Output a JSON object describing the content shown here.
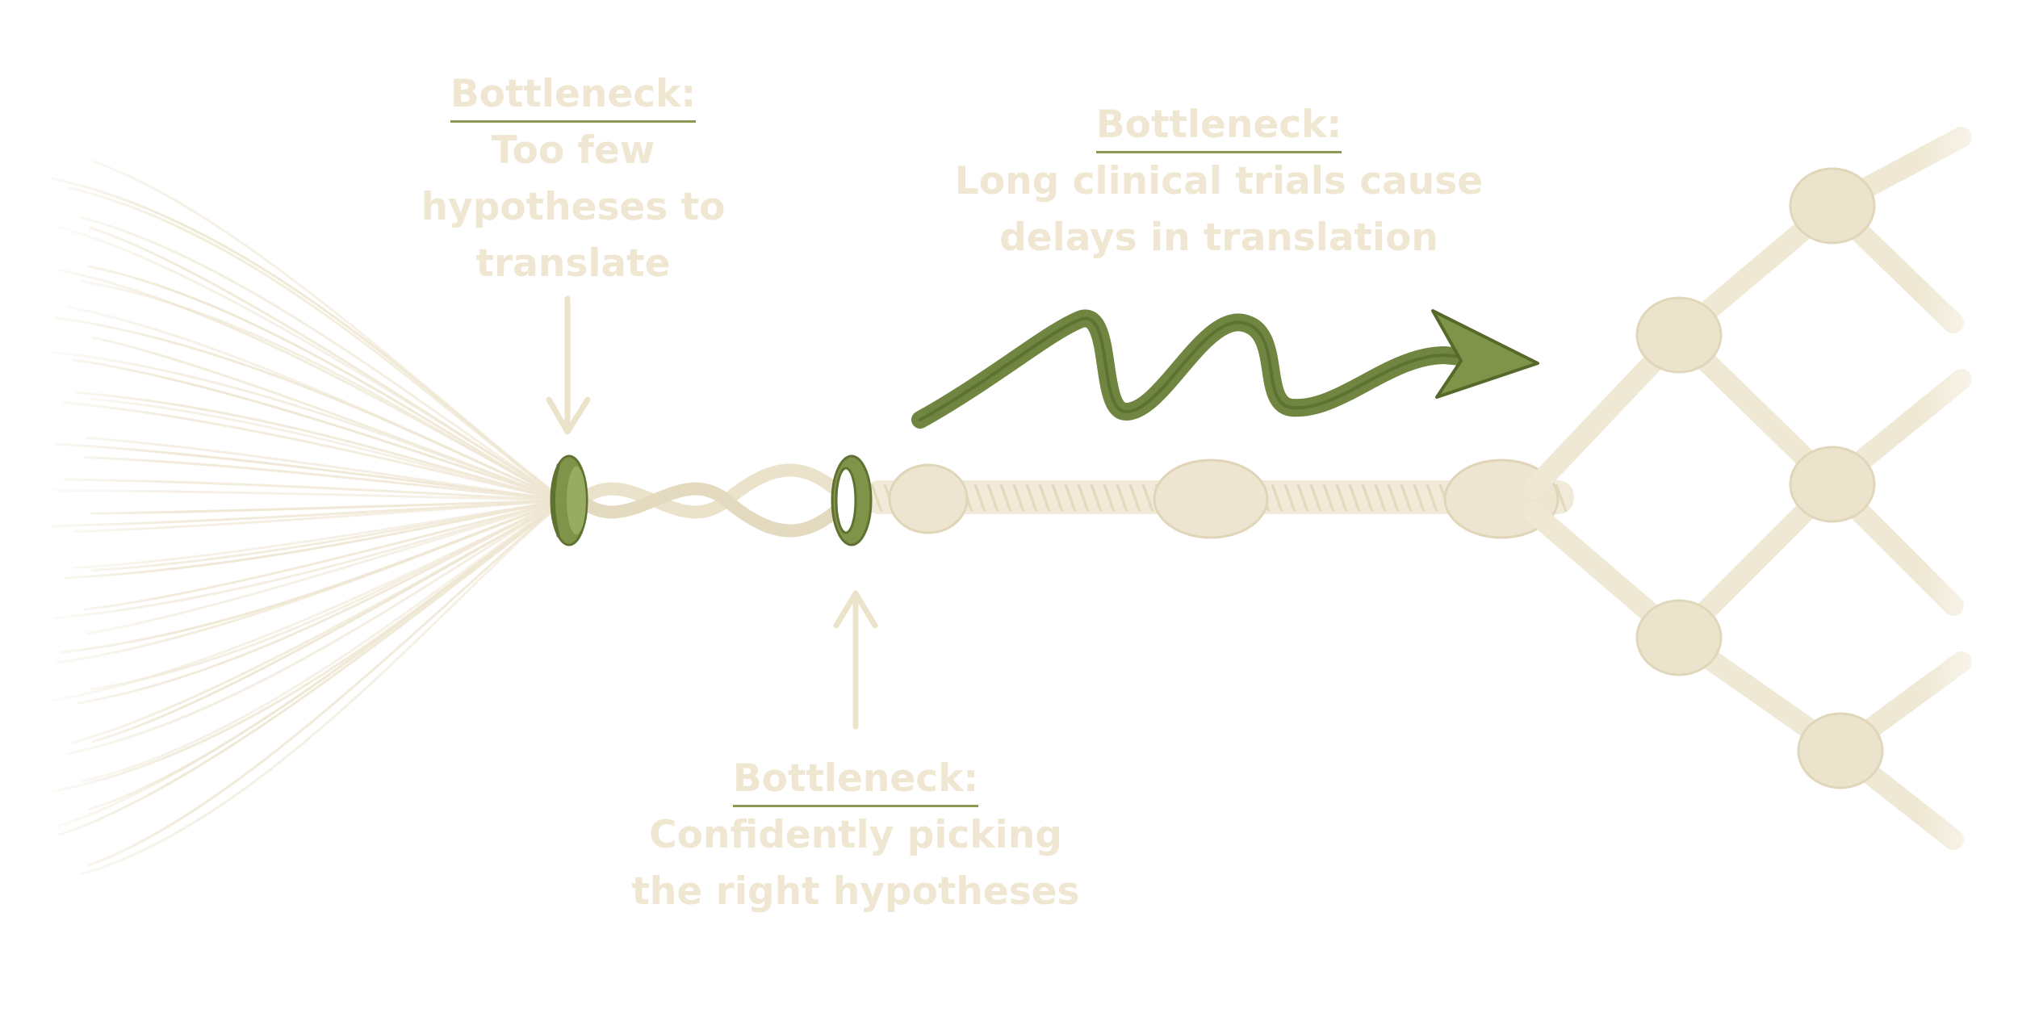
{
  "annotations": [
    {
      "heading": "Bottleneck:",
      "body": [
        "Too few",
        "hypotheses to",
        "translate"
      ]
    },
    {
      "heading": "Bottleneck:",
      "body": [
        "Long clinical trials cause",
        "delays in translation"
      ]
    },
    {
      "heading": "Bottleneck:",
      "body": [
        "Confidently picking",
        "the right hypotheses"
      ]
    }
  ],
  "colors": {
    "rope": "#f1ead8",
    "rope_shadow": "#e3d9c0",
    "accent_green": "#7f9448",
    "accent_green_dark": "#5f7231",
    "arrow_beige": "#ece3cb",
    "heading_underline": "#8a9a55"
  },
  "icons": [
    "frayed-strands",
    "ring-clamp-left",
    "ring-clamp-right",
    "twisted-rope",
    "knotted-rope",
    "squiggle-arrow",
    "rope-net",
    "down-arrow",
    "up-arrow"
  ]
}
